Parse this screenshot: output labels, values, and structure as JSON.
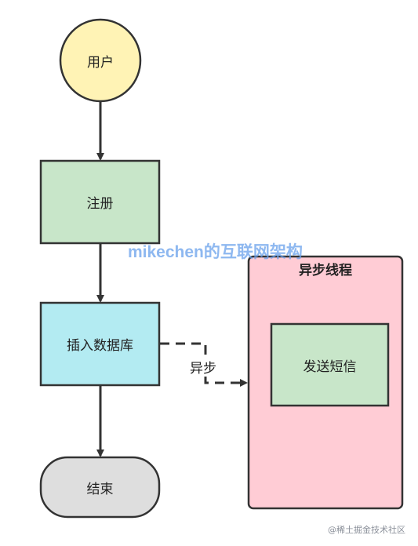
{
  "nodes": {
    "user": {
      "label": "用户",
      "fill": "#fff3b5"
    },
    "register": {
      "label": "注册",
      "fill": "#c8e6c9"
    },
    "insert_db": {
      "label": "插入数据库",
      "fill": "#b3ebf2"
    },
    "end": {
      "label": "结束",
      "fill": "#dedede"
    },
    "send_sms": {
      "label": "发送短信",
      "fill": "#c8e6c9"
    }
  },
  "group": {
    "title": "异步线程",
    "fill": "#ffccd5"
  },
  "edges": {
    "async_label": "异步"
  },
  "watermark": "mikechen的互联网架构",
  "credit": "@稀土掘金技术社区",
  "colors": {
    "stroke": "#333333",
    "watermark": "#68a0eb"
  }
}
